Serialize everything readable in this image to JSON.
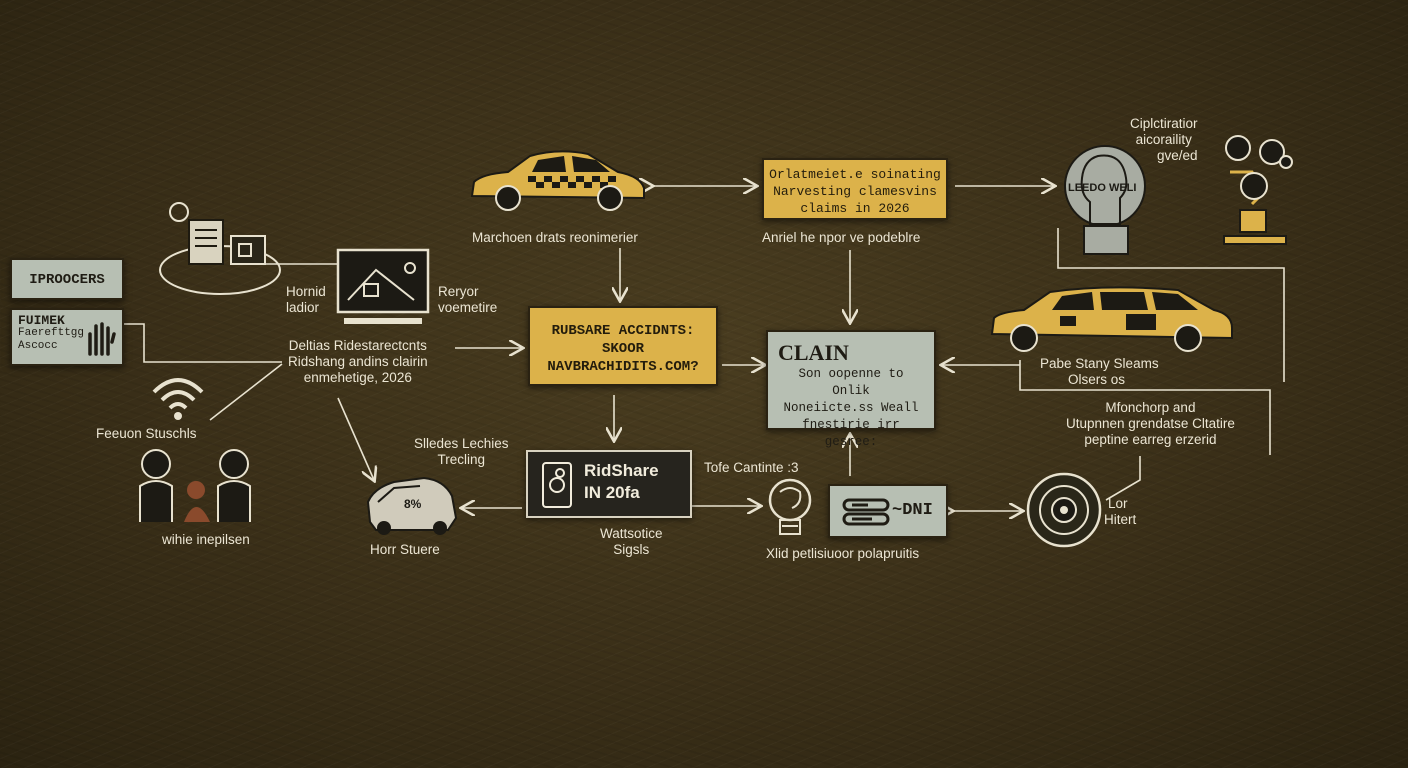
{
  "colors": {
    "background": "#3a2f18",
    "accent_yellow": "#dcb24a",
    "box_grey": "#b7bfb3",
    "box_dark": "#26241e",
    "wire": "#e8e2cf"
  },
  "left": {
    "iprocecers_box": "IPROOCERS",
    "fuimek_box": [
      "FUIMEK",
      "Faerefttgg",
      "Ascocc"
    ],
    "left_device_icon": "document-device-icon",
    "wifi_label": "Feeuon Stuschls",
    "people_label": "wihie inepilsen"
  },
  "monitor": {
    "left_label": [
      "Hornid",
      "ladior"
    ],
    "right_label": [
      "Reryor",
      "voemetire"
    ]
  },
  "center_left_text": [
    "Deltias Ridestarectcnts",
    "Ridshang andins clairin",
    "enmehetige, 2026"
  ],
  "taxi_top_label": "Marchoen drats reonimerier",
  "box_ridesare": [
    "RUBSARE ACCIDNTS:",
    "SKOOR",
    "NAVBRACHIDITS.COM?"
  ],
  "box_top_yellow": [
    "Orlatmeiet.e soinating",
    "Narvesting clamesvins",
    "claims in 2026"
  ],
  "top_yellow_label": "Anriel he npor ve podeblre",
  "claim_box": [
    "CLAIN",
    "Son oopenne to Onlik",
    "Noneiicte.ss Weall",
    "fnestirie irr gesree:"
  ],
  "head_icon_label": "LEEDO WELI",
  "top_right_label": [
    "Ciplctiratior",
    "aicoraility",
    "gve/ed"
  ],
  "taxi_right_label": [
    "Pabe Stany Sleams",
    "Olsers os"
  ],
  "right_middle_label": [
    "Mfonchorp and",
    "Utupnnen grendatse Cltatire",
    "peptine earreg erzerid"
  ],
  "dial_label": [
    "Lor",
    "Hitert"
  ],
  "car_crash_top": [
    "Slledes Lechies",
    "Trecling"
  ],
  "car_crash_percent": "8%",
  "car_crash_label": "Horr Stuere",
  "ridshare_box": [
    "RidShare",
    "IN 20fa"
  ],
  "ridshare_label": [
    "Wattsotice",
    "Sigsls"
  ],
  "bulb_label": "Tofe Cantinte :3",
  "dni_box": "~DNI",
  "bottom_label": "Xlid petlisiuoor polapruitis"
}
